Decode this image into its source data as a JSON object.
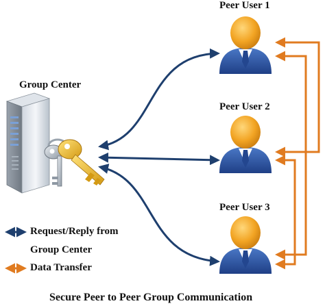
{
  "title": "Secure Peer to Peer Group Communication",
  "group_center": {
    "label": "Group Center"
  },
  "peers": [
    {
      "label": "Peer User 1"
    },
    {
      "label": "Peer User 2"
    },
    {
      "label": "Peer User 3"
    }
  ],
  "legend": {
    "request_reply_line1": "Request/Reply from",
    "request_reply_line2": "Group Center",
    "data_transfer": "Data Transfer"
  },
  "colors": {
    "request_arrow": "#1e3f6e",
    "data_arrow": "#e07b20",
    "peer_head": "#f0a321",
    "peer_body": "#2e58a8",
    "background": "#ffffff"
  },
  "icons": {
    "server": "server-tower-icon",
    "keys": "keys-icon",
    "peer": "user-avatar-icon"
  }
}
